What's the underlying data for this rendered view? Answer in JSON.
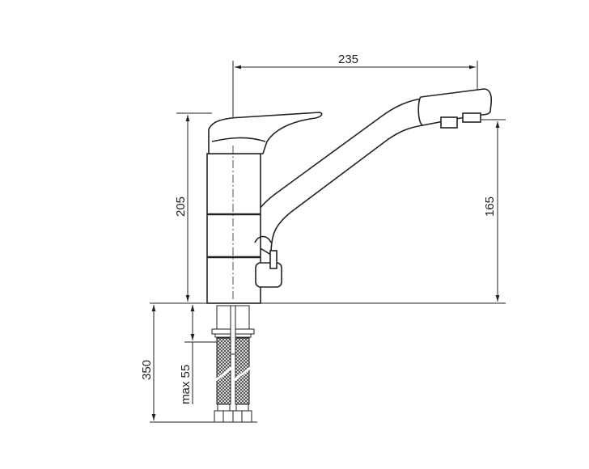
{
  "dimensions": {
    "spout_reach": "235",
    "body_height": "205",
    "spout_height": "165",
    "hose_length": "350",
    "max_countertop": "max 55"
  },
  "colors": {
    "line": "#222222",
    "background": "#ffffff"
  }
}
